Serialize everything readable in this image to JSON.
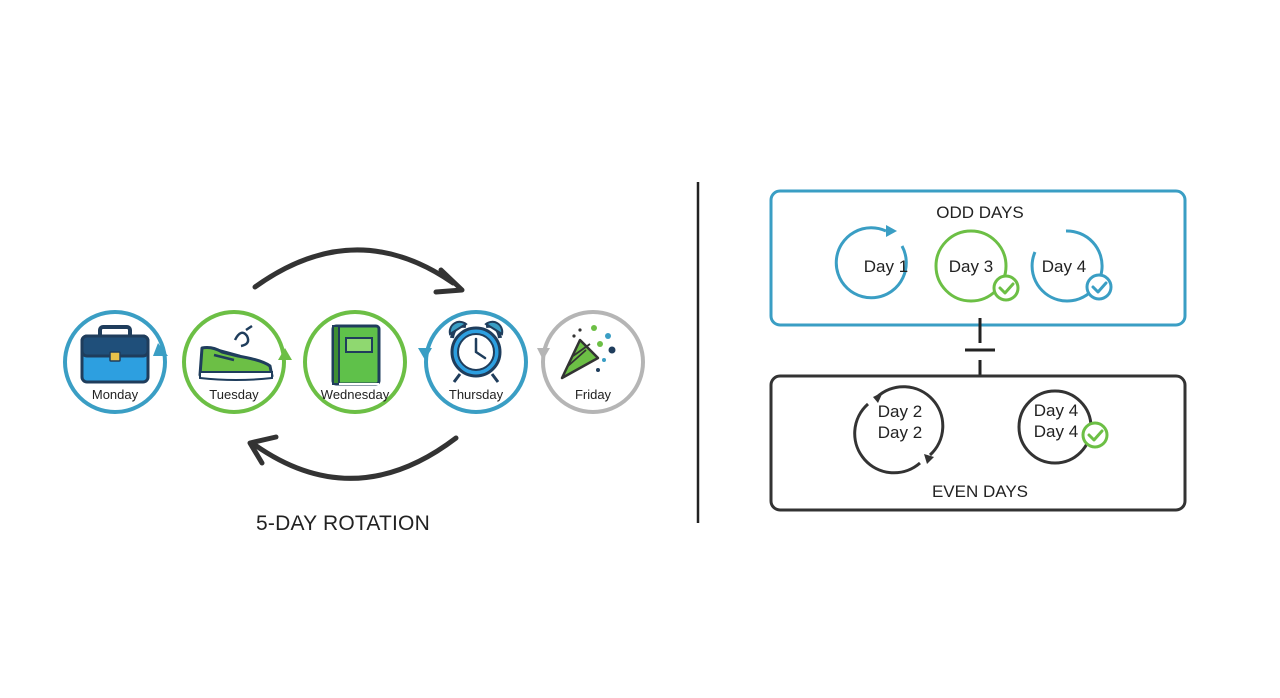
{
  "rotation": {
    "title": "5-DAY ROTATION",
    "days": [
      {
        "label": "Monday",
        "icon": "briefcase-icon",
        "ring_color": "#3a9ec4"
      },
      {
        "label": "Tuesday",
        "icon": "sneaker-icon",
        "ring_color": "#6cbf45"
      },
      {
        "label": "Wednesday",
        "icon": "book-icon",
        "ring_color": "#6cbf45"
      },
      {
        "label": "Thursday",
        "icon": "alarm-clock-icon",
        "ring_color": "#3a9ec4"
      },
      {
        "label": "Friday",
        "icon": "party-popper-icon",
        "ring_color": "#b5b5b5"
      }
    ]
  },
  "odd_days": {
    "title": "ODD DAYS",
    "border_color": "#3a9ec4",
    "items": [
      {
        "label": "Day 1"
      },
      {
        "label": "Day 3",
        "checked": true
      },
      {
        "label": "Day 4",
        "checked": true
      }
    ]
  },
  "even_days": {
    "title": "EVEN DAYS",
    "border_color": "#333333",
    "items": [
      {
        "line1": "Day 2",
        "line2": "Day 2"
      },
      {
        "line1": "Day 4",
        "line2": "Day 4",
        "checked": true
      }
    ]
  },
  "colors": {
    "blue": "#3a9ec4",
    "green": "#6cbf45",
    "dark": "#333333",
    "navy": "#1f3d5c",
    "gray": "#b5b5b5"
  }
}
